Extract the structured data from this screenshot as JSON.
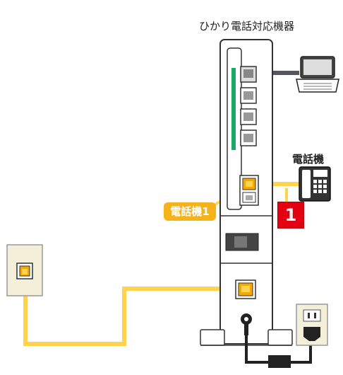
{
  "labels": {
    "device_title": "ひかり電話対応機器",
    "phone_label": "電話機",
    "port_label": "電話機1",
    "step_number": "1"
  },
  "colors": {
    "cable_yellow": "#ffd34d",
    "port_orange": "#f6a800",
    "tag_orange": "#f6b21a",
    "badge_red": "#e20012",
    "led_green": "#1aa86a",
    "cable_gray": "#55555f",
    "panel_beige": "#f3efd9"
  },
  "icons": [
    "laptop-icon",
    "telephone-icon",
    "wall-jack-icon",
    "power-outlet-icon",
    "power-plug-icon",
    "ac-adapter-icon"
  ]
}
